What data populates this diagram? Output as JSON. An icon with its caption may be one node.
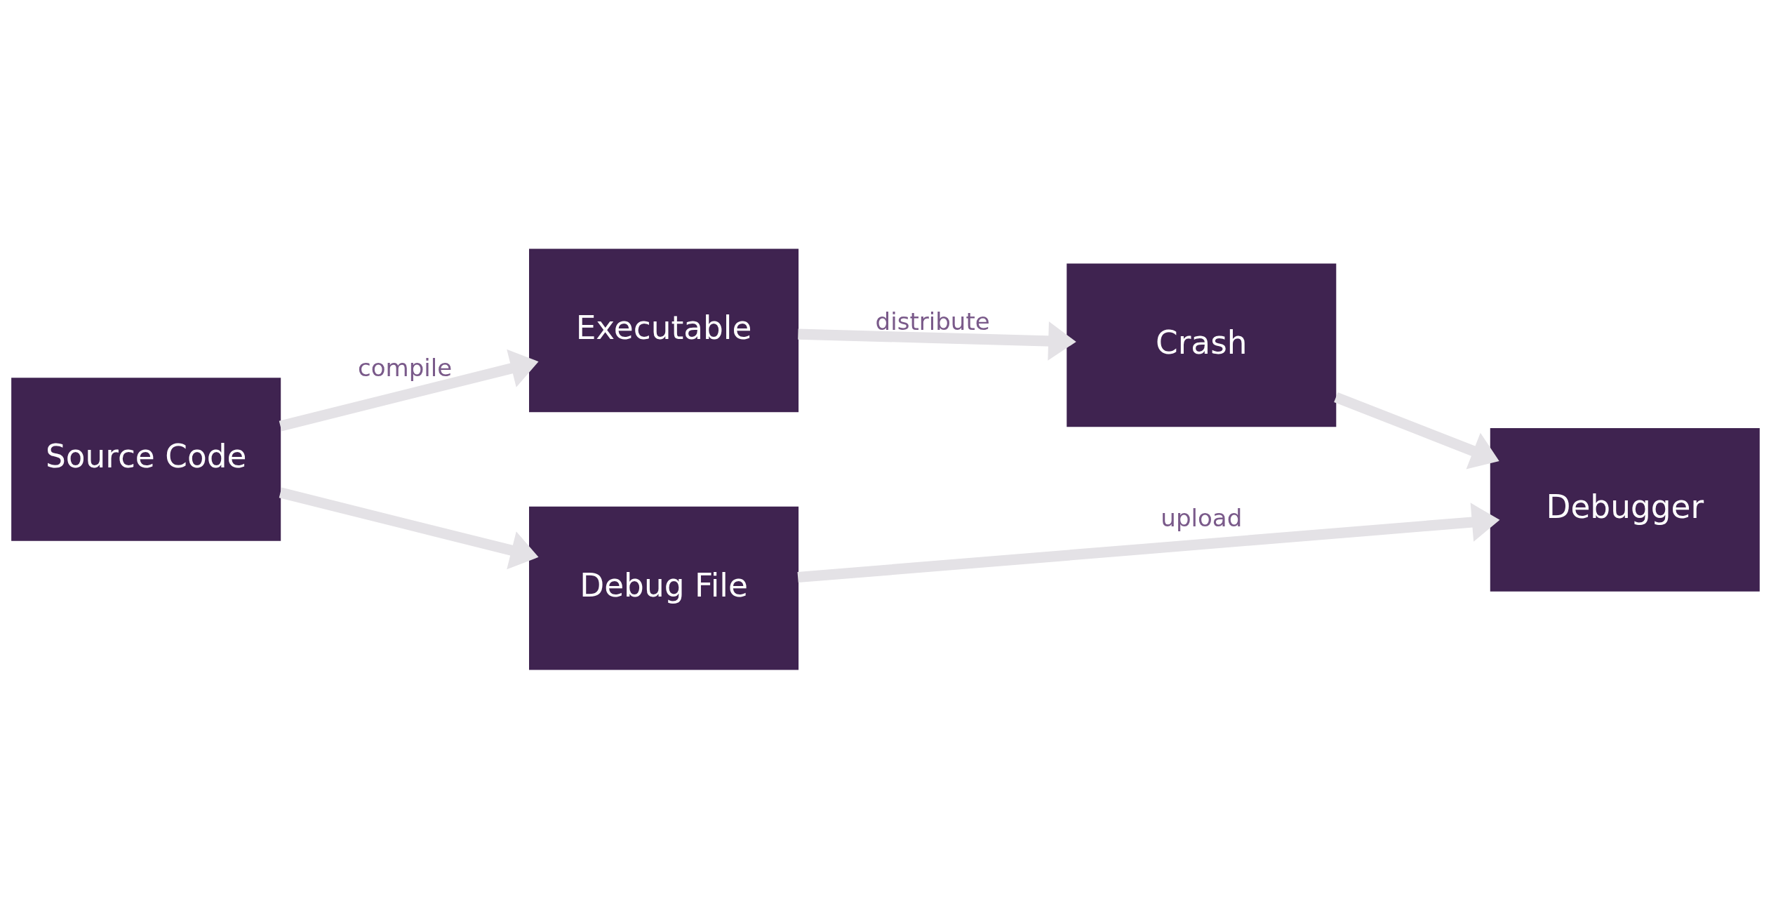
{
  "diagram": {
    "nodes": [
      {
        "text": [
          "Source Code"
        ]
      },
      {
        "text": [
          "Executable"
        ]
      },
      {
        "text": [
          "Debug File"
        ]
      },
      {
        "text": [
          "Crash"
        ]
      },
      {
        "text": [
          "Debugger"
        ]
      }
    ],
    "edges": [
      {
        "from": 0,
        "to": 1,
        "arrow": "to",
        "label": "compile"
      },
      {
        "from": 0,
        "to": 2,
        "arrow": "to"
      },
      {
        "from": 1,
        "to": 3,
        "arrow": "to",
        "label": "distribute"
      },
      {
        "from": 3,
        "to": 4,
        "arrow": "to"
      },
      {
        "from": 2,
        "to": 4,
        "arrow": "to",
        "label": "upload"
      }
    ]
  }
}
